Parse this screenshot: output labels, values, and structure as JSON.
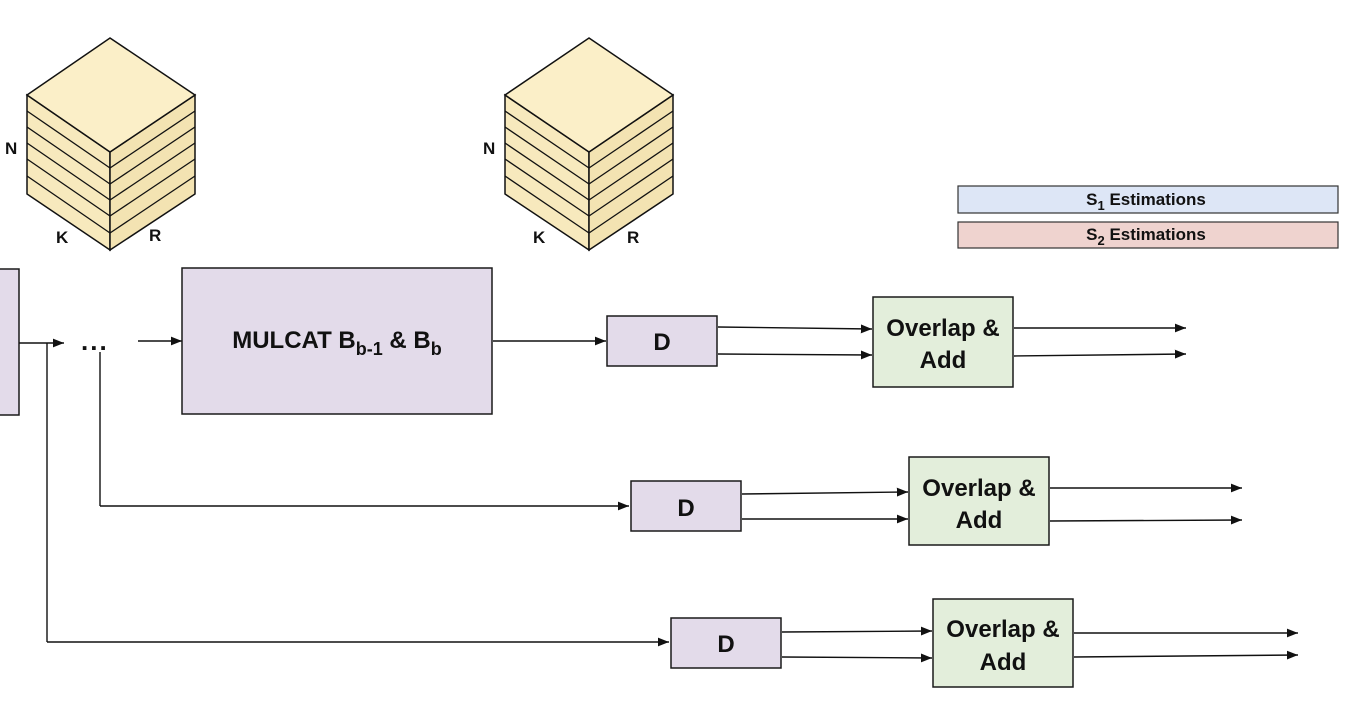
{
  "cubes": [
    {
      "label_n": "N",
      "label_k": "K",
      "label_r": "R"
    },
    {
      "label_n": "N",
      "label_k": "K",
      "label_r": "R"
    }
  ],
  "legend": {
    "s1": {
      "letter": "S",
      "sub": "1",
      "text": " Estimations",
      "color": "#dde6f6"
    },
    "s2": {
      "letter": "S",
      "sub": "2",
      "text": " Estimations",
      "color": "#efd3cf"
    }
  },
  "mulcat": {
    "prefix": "MULCAT B",
    "sub1": "b-1",
    "mid": " & B",
    "sub2": "b"
  },
  "ellipsis": "...",
  "d_label": "D",
  "overlap_line1": "Overlap &",
  "overlap_line2": "Add"
}
